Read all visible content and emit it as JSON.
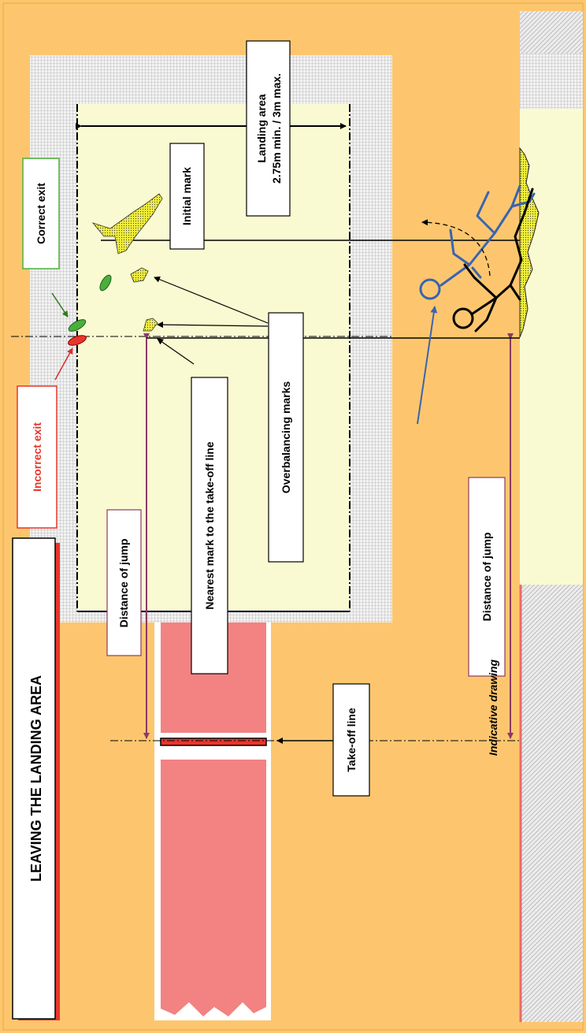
{
  "title": "LEAVING THE LANDING AREA",
  "footer_note": "Indicative drawing",
  "labels": {
    "correct_exit": "Correct exit",
    "incorrect_exit": "Incorrect exit",
    "landing_area_line1": "Landing area",
    "landing_area_line2": "2.75m min. / 3m max.",
    "initial_mark": "Initial mark",
    "overbalancing_marks": "Overbalancing marks",
    "nearest_mark": "Nearest mark to the take-off line",
    "distance_of_jump_top": "Distance of jump",
    "distance_of_jump_side": "Distance of jump",
    "take_off_line": "Take-off line"
  },
  "colors": {
    "background": "#fdc66e",
    "sand": "#fafad2",
    "runway": "#f38282",
    "board": "#e8352b",
    "correct": "#4caf3a",
    "incorrect": "#e8352b",
    "measure_line": "#8b3a62",
    "athlete_before": "#3a64b0",
    "mark_fill": "#f0ee3c"
  }
}
